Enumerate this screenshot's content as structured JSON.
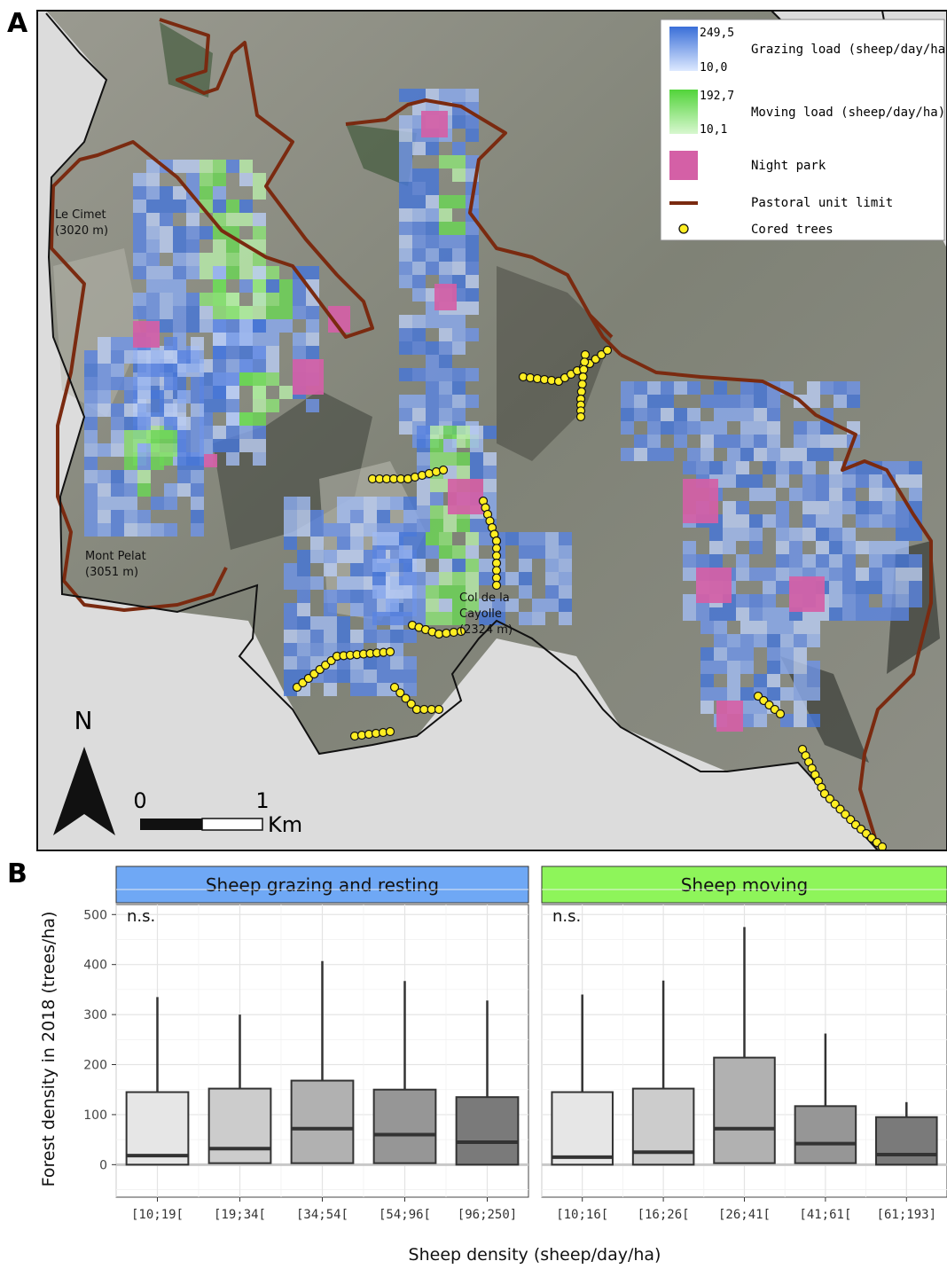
{
  "panel_a": {
    "letter": "A",
    "legend": {
      "grazing": {
        "max": "249,5",
        "min": "10,0",
        "label": "Grazing load (sheep/day/ha)",
        "color_max": "#3a6fd8",
        "color_min": "#dde9ff"
      },
      "moving": {
        "max": "192,7",
        "min": "10,1",
        "label": "Moving load (sheep/day/ha)",
        "color_max": "#52d43a",
        "color_min": "#d8f7d0"
      },
      "night_park": {
        "label": "Night park",
        "color": "#d460a6"
      },
      "pastoral_limit": {
        "label": "Pastoral unit limit",
        "color": "#7a2a10"
      },
      "cored_trees": {
        "label": "Cored trees",
        "color": "#ffee22"
      }
    },
    "places": [
      {
        "name": "Le Cimet",
        "elev": "(3020 m)"
      },
      {
        "name": "Mont Pelat",
        "elev": "(3051 m)"
      },
      {
        "name": "Col de la",
        "name2": "Cayolle",
        "elev": "(2324 m)"
      }
    ],
    "north": "N",
    "scalebar": {
      "zero": "0",
      "one": "1",
      "unit": "Km"
    }
  },
  "panel_b": {
    "letter": "B",
    "ylabel": "Forest density in 2018 (trees/ha)",
    "xlabel": "Sheep density (sheep/day/ha)"
  },
  "chart_data": {
    "type": "box",
    "ylim": [
      -65,
      520
    ],
    "yticks": [
      0,
      100,
      200,
      300,
      400,
      500
    ],
    "grid": true,
    "panels": [
      {
        "title": "Sheep grazing and resting",
        "strip_color": "#6fa8f5",
        "annotation": "n.s.",
        "categories": [
          "[10;19[",
          "[19;34[",
          "[34;54[",
          "[54;96[",
          "[96;250]"
        ],
        "boxes": [
          {
            "q1": 0,
            "median": 18,
            "q3": 145,
            "whisker_low": 0,
            "whisker_high": 335,
            "fill": "#e6e6e6"
          },
          {
            "q1": 3,
            "median": 32,
            "q3": 152,
            "whisker_low": 3,
            "whisker_high": 300,
            "fill": "#cccccc"
          },
          {
            "q1": 3,
            "median": 72,
            "q3": 168,
            "whisker_low": 3,
            "whisker_high": 407,
            "fill": "#b1b1b1"
          },
          {
            "q1": 3,
            "median": 60,
            "q3": 150,
            "whisker_low": 3,
            "whisker_high": 367,
            "fill": "#969696"
          },
          {
            "q1": 0,
            "median": 45,
            "q3": 135,
            "whisker_low": 0,
            "whisker_high": 328,
            "fill": "#7a7a7a"
          }
        ]
      },
      {
        "title": "Sheep moving",
        "strip_color": "#8ef55a",
        "annotation": "n.s.",
        "categories": [
          "[10;16[",
          "[16;26[",
          "[26;41[",
          "[41;61[",
          "[61;193]"
        ],
        "boxes": [
          {
            "q1": 0,
            "median": 15,
            "q3": 145,
            "whisker_low": 0,
            "whisker_high": 340,
            "fill": "#e6e6e6"
          },
          {
            "q1": 0,
            "median": 25,
            "q3": 152,
            "whisker_low": 0,
            "whisker_high": 368,
            "fill": "#cccccc"
          },
          {
            "q1": 3,
            "median": 72,
            "q3": 214,
            "whisker_low": 3,
            "whisker_high": 475,
            "fill": "#b1b1b1"
          },
          {
            "q1": 3,
            "median": 42,
            "q3": 117,
            "whisker_low": 3,
            "whisker_high": 262,
            "fill": "#969696"
          },
          {
            "q1": 0,
            "median": 20,
            "q3": 95,
            "whisker_low": 0,
            "whisker_high": 125,
            "fill": "#7a7a7a"
          }
        ]
      }
    ]
  }
}
